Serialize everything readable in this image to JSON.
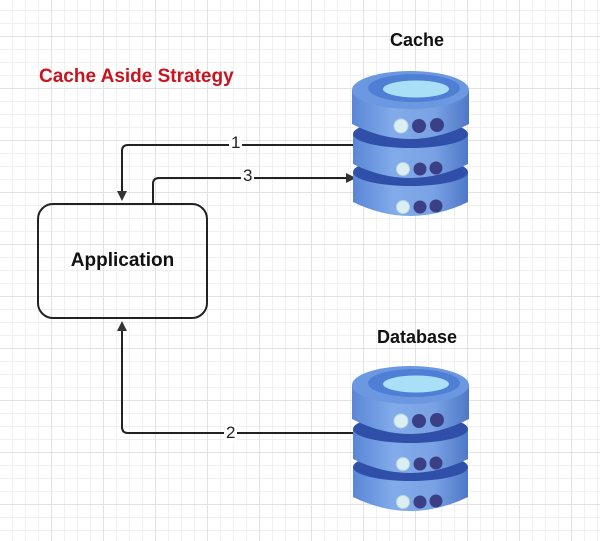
{
  "diagram": {
    "title": "Cache Aside Strategy",
    "title_color": "#c8141e",
    "nodes": {
      "application": {
        "label": "Application",
        "icon": "rounded-rectangle"
      },
      "cache": {
        "label": "Cache",
        "icon": "database-stack-icon"
      },
      "database": {
        "label": "Database",
        "icon": "database-stack-icon"
      }
    },
    "edges": [
      {
        "step": "1",
        "from": "cache",
        "to": "application"
      },
      {
        "step": "2",
        "from": "database",
        "to": "application"
      },
      {
        "step": "3",
        "from": "application",
        "to": "cache"
      }
    ],
    "colors": {
      "cylinder_body": "#6f9de2",
      "cylinder_dark": "#3d63b8",
      "cylinder_top_inner": "#a9e0f7",
      "led_light": "#dbeff2",
      "led_dark": "#3a3f86",
      "line": "#222222"
    }
  }
}
